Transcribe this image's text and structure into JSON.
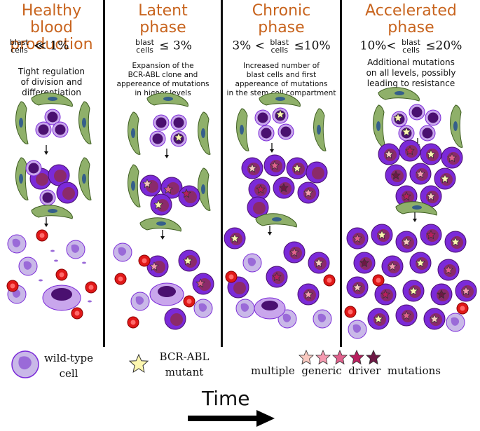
{
  "phases": [
    {
      "title": "Healthy blood\nproduction",
      "blast_prefix": "blast",
      "blast_label": "cells",
      "blast_relation": "≪ 1%",
      "description": "Tight regulation\nof division and\ndifferentiation"
    },
    {
      "title": "Latent\nphase",
      "blast_prefix": "blast",
      "blast_label": "cells",
      "blast_relation": "≤ 3%",
      "description": "Expansion of the\nBCR-ABL clone and\nappereance of mutations\nin higher levels"
    },
    {
      "title": "Chronic\nphase",
      "blast_left": "3% <",
      "blast_prefix": "blast",
      "blast_label": "cells",
      "blast_relation": "≤10%",
      "description": "Increased number of\nblast cells and first\nappereance of mutations\nin the stem cell compartment"
    },
    {
      "title": "Accelerated\nphase",
      "blast_left": "10%<",
      "blast_prefix": "blast",
      "blast_label": "cells",
      "blast_relation": "≤20%",
      "description": "Additional mutations\non all levels, possibly\nleading to resistance"
    }
  ],
  "legend": {
    "wild_type": "wild-type\ncell",
    "bcr_abl": "BCR-ABL\nmutant",
    "mutations": "multiple  generic  driver  mutations"
  },
  "time_label": "Time",
  "colors": {
    "title": "#c8641e",
    "blast_dark": "#4a1070",
    "blast_mid": "#7b2ad8",
    "blast_light": "#c9a6ec",
    "rbc": "#e01818",
    "stroma": "#6b8e3c",
    "mutant_star": "#fdf7b0",
    "mutation_stars": [
      "#f9c9c0",
      "#f49ab0",
      "#e0608c",
      "#b81f5e",
      "#6e1845"
    ]
  }
}
